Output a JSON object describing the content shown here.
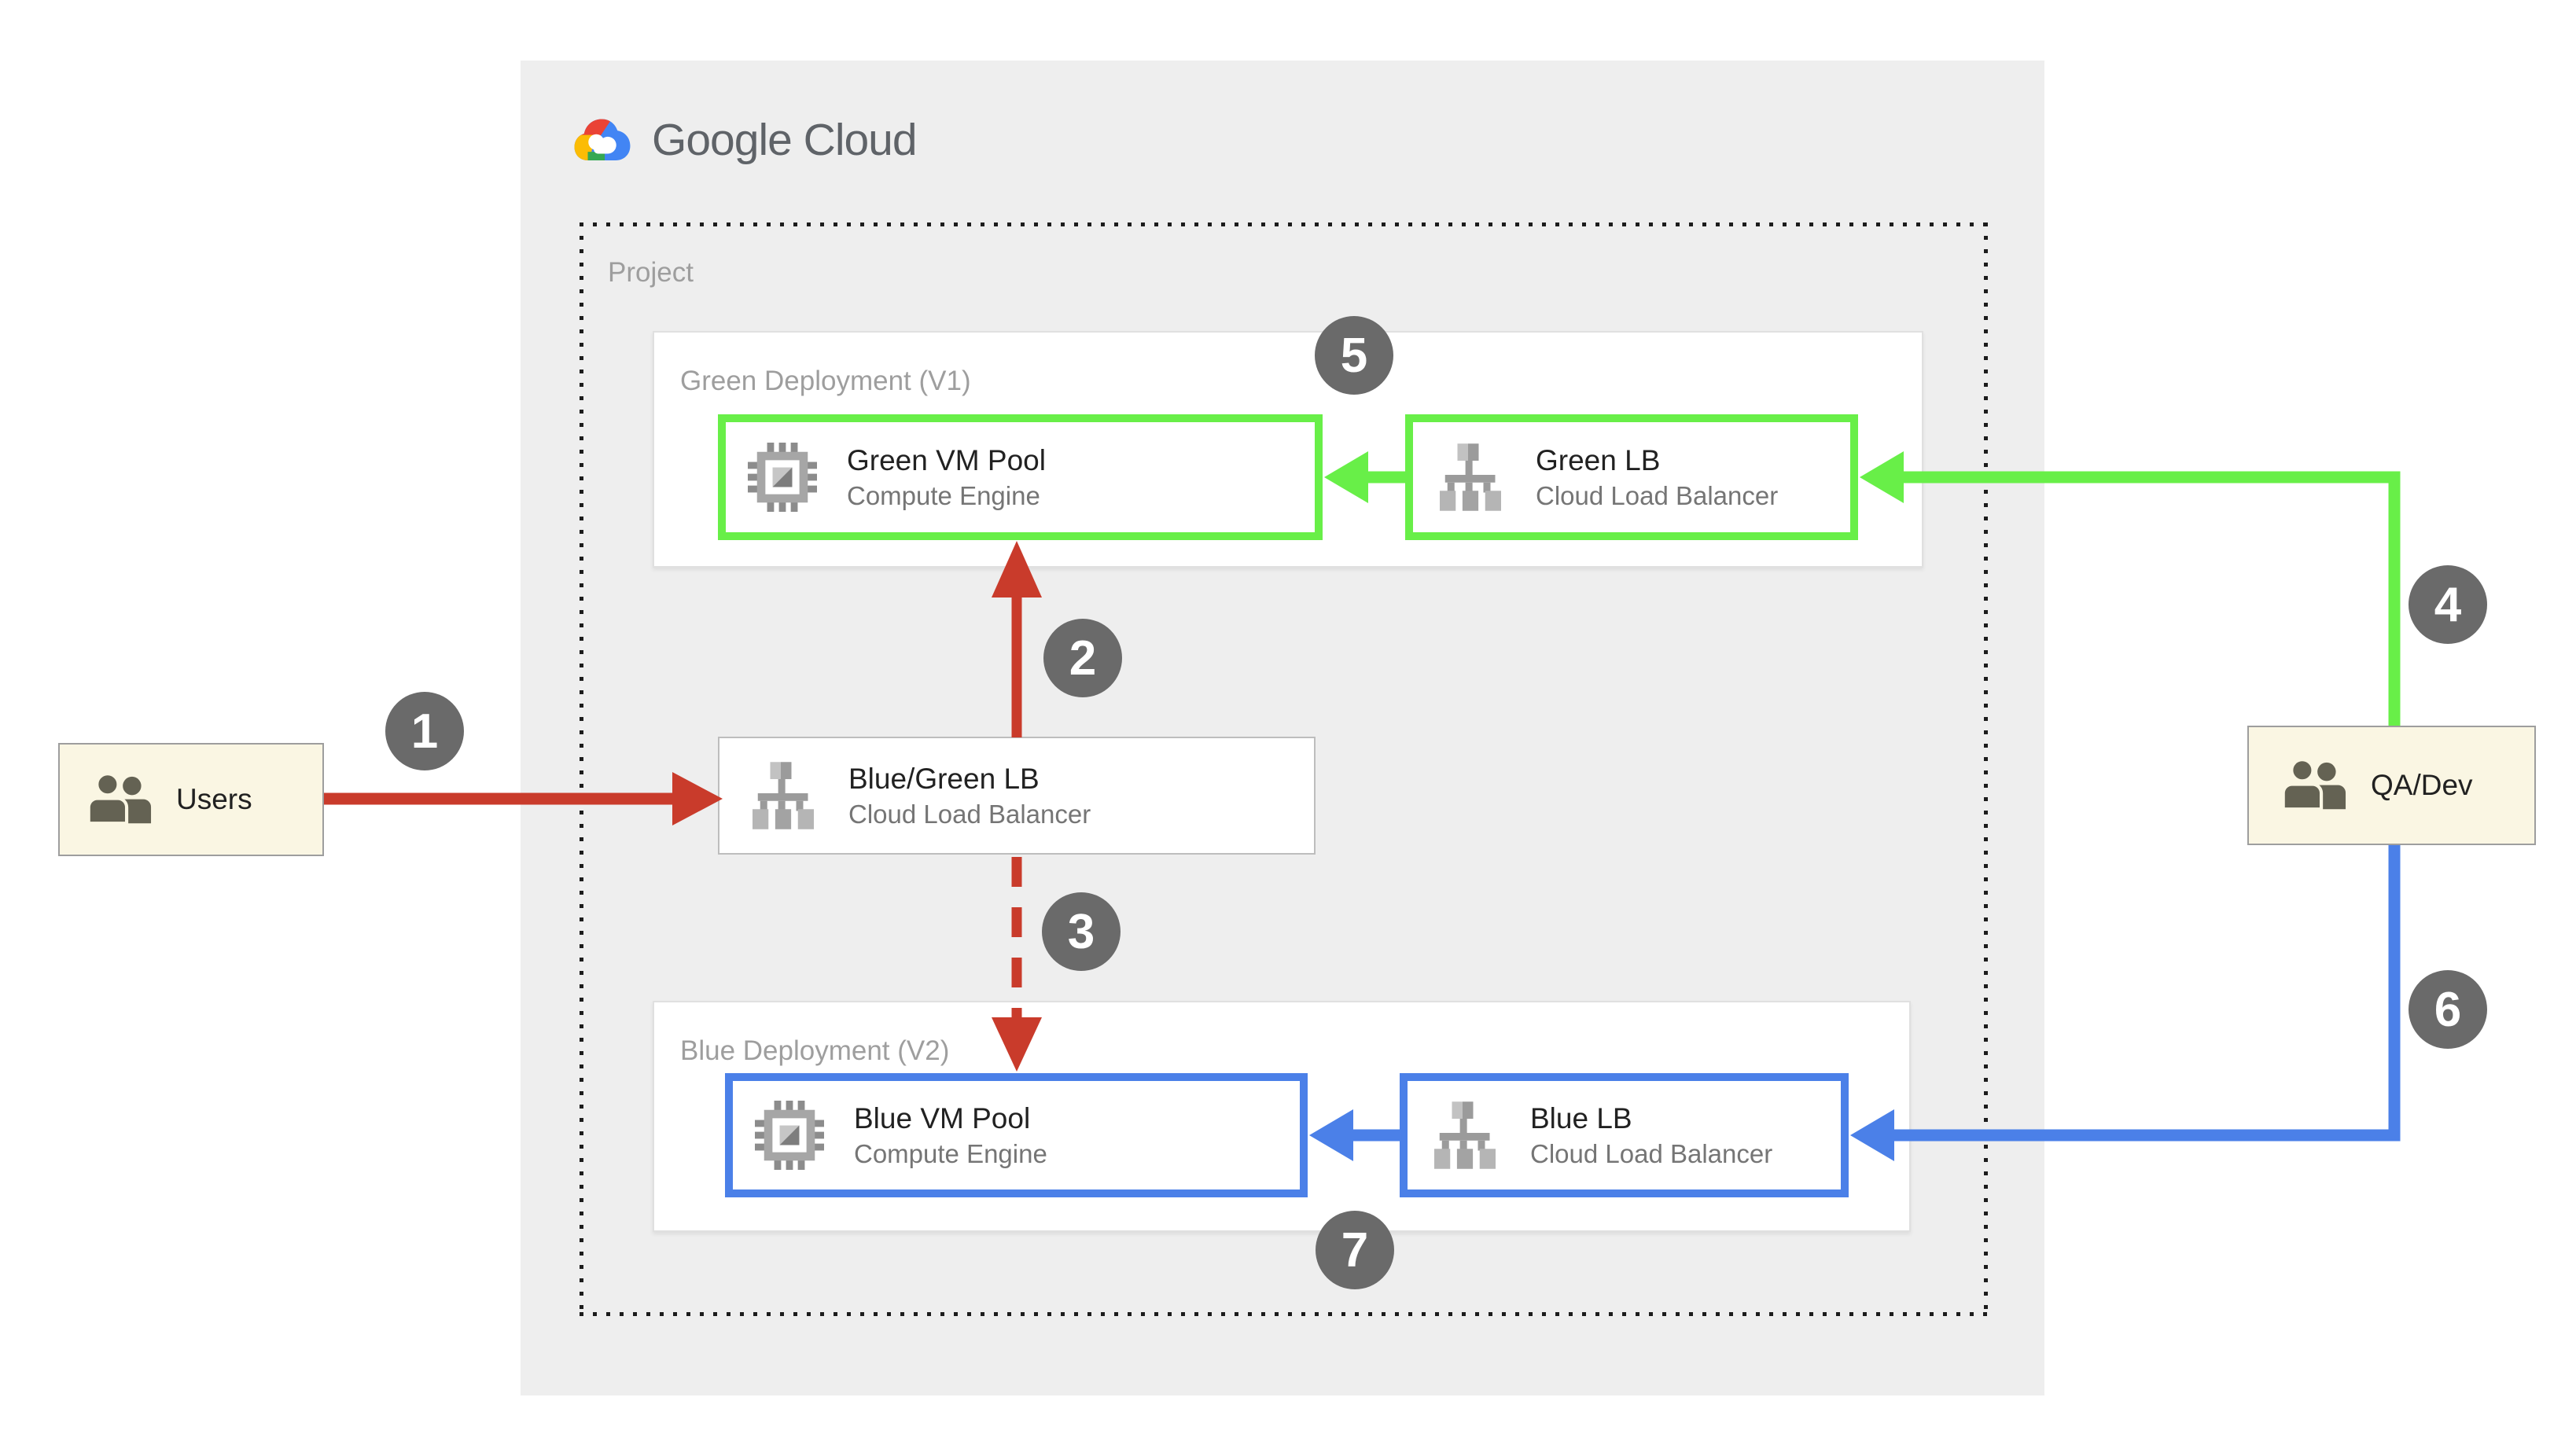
{
  "logo": {
    "wordmark_part1": "Google",
    "wordmark_part2": " Cloud"
  },
  "project": {
    "label": "Project"
  },
  "groups": {
    "green": {
      "label": "Green Deployment (V1)"
    },
    "blue": {
      "label": "Blue Deployment (V2)"
    }
  },
  "nodes": {
    "green_vm": {
      "title": "Green VM Pool",
      "subtitle": "Compute Engine"
    },
    "green_lb": {
      "title": "Green LB",
      "subtitle": "Cloud Load Balancer"
    },
    "bg_lb": {
      "title": "Blue/Green LB",
      "subtitle": "Cloud Load Balancer"
    },
    "blue_vm": {
      "title": "Blue VM Pool",
      "subtitle": "Compute Engine"
    },
    "blue_lb": {
      "title": "Blue LB",
      "subtitle": "Cloud Load Balancer"
    }
  },
  "actors": {
    "users": {
      "label": "Users"
    },
    "qadev": {
      "label": "QA/Dev"
    }
  },
  "steps": [
    "1",
    "2",
    "3",
    "4",
    "5",
    "6",
    "7"
  ],
  "icons": {
    "google_cloud": "google-cloud-logo",
    "compute_engine": "chip-icon",
    "load_balancer": "node-tree-icon",
    "users": "people-icon"
  },
  "colors": {
    "panel_gray": "#eeeeee",
    "green_accent": "#68ef48",
    "blue_accent": "#4b80e8",
    "red_accent": "#c93b2b",
    "badge_gray": "#6a6a6a",
    "actor_cream": "#faf6e3",
    "label_gray": "#9e9e9e",
    "title_dark": "#212121",
    "subtitle_gray": "#757575"
  }
}
